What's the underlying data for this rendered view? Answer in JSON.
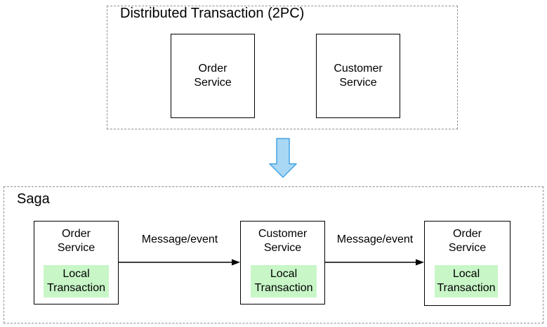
{
  "colors": {
    "local-transaction-fill": "#c8f6c7",
    "transition-arrow-fill": "#a9d8f5",
    "transition-arrow-stroke": "#44a3e3",
    "dashed-border": "#8f8f8f",
    "box-border": "#000000",
    "text": "#000000"
  },
  "twopc": {
    "title": "Distributed Transaction (2PC)",
    "services": [
      {
        "label": "Order\nService"
      },
      {
        "label": "Customer\nService"
      }
    ]
  },
  "transition": {
    "icon": "down-arrow"
  },
  "saga": {
    "title": "Saga",
    "steps": [
      {
        "service": "Order\nService",
        "local": "Local\nTransaction"
      },
      {
        "service": "Customer\nService",
        "local": "Local\nTransaction"
      },
      {
        "service": "Order\nService",
        "local": "Local\nTransaction"
      }
    ],
    "messages": [
      {
        "label": "Message/event"
      },
      {
        "label": "Message/event"
      }
    ]
  }
}
